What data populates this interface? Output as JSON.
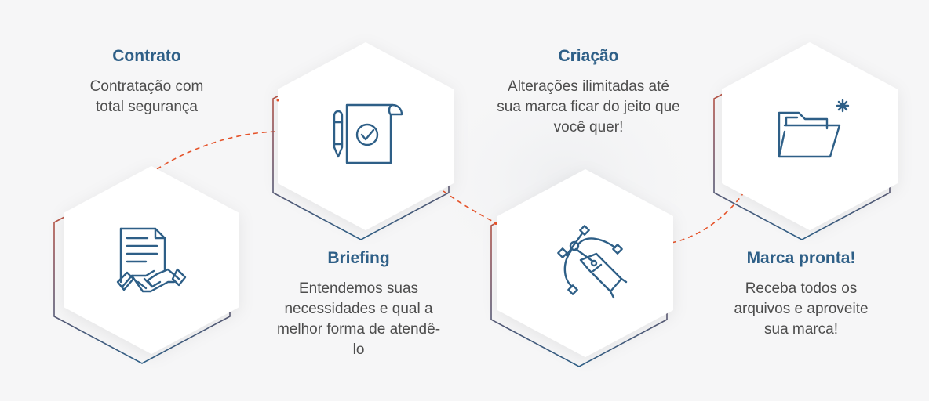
{
  "colors": {
    "title": "#2e5f87",
    "icon": "#2e5f87",
    "accent": "#e5532a",
    "text": "#4d4d4d",
    "hex_fill": "#ffffff",
    "background": "#f6f6f7"
  },
  "steps": [
    {
      "title": "Contrato",
      "desc": "Contratação com total segurança",
      "icon": "contract-handshake-icon"
    },
    {
      "title": "Briefing",
      "desc": "Entendemos suas necessidades e qual a melhor forma de atendê-lo",
      "icon": "document-check-pencil-icon"
    },
    {
      "title": "Criação",
      "desc": "Alterações ilimitadas até sua marca ficar do jeito que você quer!",
      "icon": "pen-tool-bezier-icon"
    },
    {
      "title": "Marca pronta!",
      "desc": "Receba todos os arquivos e aproveite sua marca!",
      "icon": "open-folder-sparkle-icon"
    }
  ]
}
